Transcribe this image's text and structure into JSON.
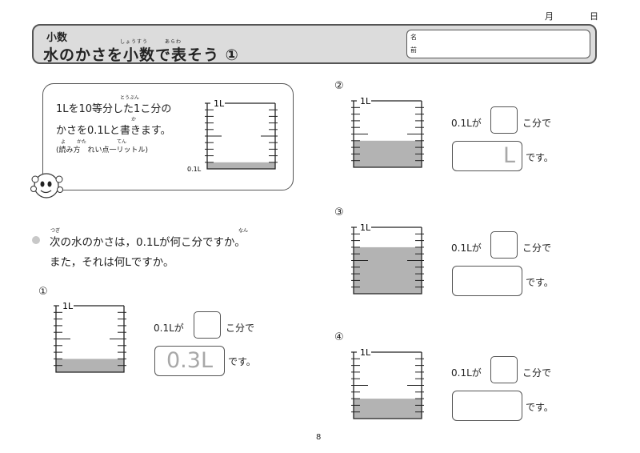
{
  "header": {
    "month_label": "月",
    "day_label": "日",
    "subject": "小数",
    "title": "水のかさを小数で表そう ①",
    "title_ruby": {
      "shousuu": "しょうすう",
      "arawa": "あらわ"
    },
    "name_labels": [
      "名",
      "前"
    ]
  },
  "explanation": {
    "line1": "1Lを10等分した1こ分の",
    "line2": "かさを0.1Lと書きます。",
    "line3": "(読み方　れい点一リットル)",
    "ruby": {
      "touban": "とうぶん",
      "ka": "か",
      "yomi": "よ",
      "kata": "かた",
      "ten": "てん"
    },
    "cylinder_top_label": "1L",
    "cylinder_bottom_label": "0.1L"
  },
  "question": {
    "line1": "次の水のかさは，0.1Lが何こ分ですか。",
    "line2": "また，それは何Lですか。",
    "ruby": {
      "tsugi": "つぎ",
      "nan": "なん"
    }
  },
  "problems": [
    {
      "number": "①",
      "cylinder_label": "1L",
      "fill_tenths": 0.2,
      "prefix": "0.1Lが",
      "count_suffix": "こ分で",
      "answer": "0.3L",
      "desu": "です。"
    },
    {
      "number": "②",
      "cylinder_label": "1L",
      "fill_tenths": 0.4,
      "prefix": "0.1Lが",
      "count_suffix": "こ分で",
      "answer": "L",
      "desu": "です。"
    },
    {
      "number": "③",
      "cylinder_label": "1L",
      "fill_tenths": 0.7,
      "prefix": "0.1Lが",
      "count_suffix": "こ分で",
      "answer": "",
      "desu": "です。"
    },
    {
      "number": "④",
      "cylinder_label": "1L",
      "fill_tenths": 0.3,
      "prefix": "0.1Lが",
      "count_suffix": "こ分で",
      "answer": "",
      "desu": "です。"
    }
  ],
  "page_number": "8",
  "colors": {
    "water": "#b3b3b3",
    "header_bg": "#dcdcdc",
    "border": "#555555"
  }
}
